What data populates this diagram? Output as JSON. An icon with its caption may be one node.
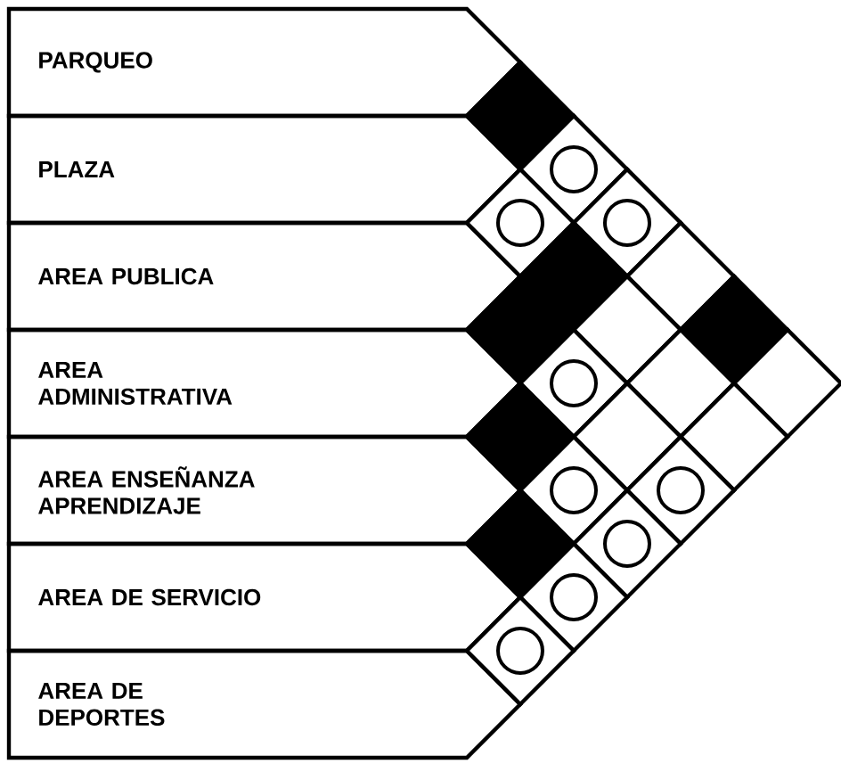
{
  "diagram": {
    "nodes": [
      {
        "text": [
          "PARQUEO"
        ]
      },
      {
        "text": [
          "PLAZA"
        ]
      },
      {
        "text": [
          "AREA PUBLICA"
        ]
      },
      {
        "text": [
          "AREA ADMINISTRATIVA"
        ]
      },
      {
        "text": [
          "AREA ENSEÑANZA APRENDIZAJE"
        ]
      },
      {
        "text": [
          "AREA DE SERVICIO"
        ]
      },
      {
        "text": [
          "AREA DE DEPORTES"
        ]
      },
      {
        "text": [],
        "shape": "block"
      },
      {
        "text": [],
        "shape": "circle"
      },
      {
        "text": [],
        "shape": "circle"
      },
      {
        "text": [],
        "shape": "circle"
      },
      {
        "text": [],
        "shape": "block"
      },
      {
        "text": [],
        "shape": "diamond"
      },
      {
        "text": [],
        "shape": "block"
      },
      {
        "text": [],
        "shape": "diamond"
      },
      {
        "text": [],
        "shape": "block"
      },
      {
        "text": [],
        "shape": "circle"
      },
      {
        "text": [],
        "shape": "diamond"
      },
      {
        "text": [],
        "shape": "diamond"
      },
      {
        "text": [],
        "shape": "block"
      },
      {
        "text": [],
        "shape": "diamond"
      },
      {
        "text": [],
        "shape": "diamond"
      },
      {
        "text": [],
        "shape": "circle"
      },
      {
        "text": [],
        "shape": "circle"
      },
      {
        "text": [],
        "shape": "block"
      },
      {
        "text": [],
        "shape": "circle"
      },
      {
        "text": [],
        "shape": "circle"
      },
      {
        "text": [],
        "shape": "circle"
      }
    ]
  }
}
